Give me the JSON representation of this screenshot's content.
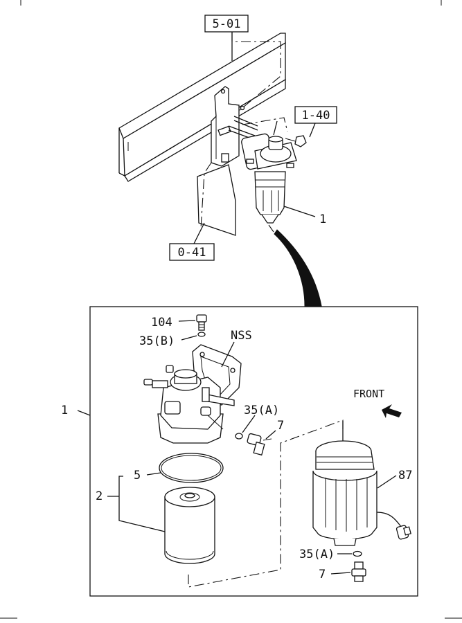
{
  "diagram": {
    "refs": {
      "frame": "5-01",
      "nut": "1-40",
      "bracket": "0-41"
    },
    "callouts": {
      "filter_assembly_top": "1",
      "filter_assembly_detail": "1",
      "bolt": "104",
      "washer_b": "35(B)",
      "nss": "NSS",
      "washer_a_upper": "35(A)",
      "sensor_upper": "7",
      "o_ring": "5",
      "element_kit": "2",
      "bowl": "87",
      "washer_a_lower": "35(A)",
      "sensor_lower": "7"
    },
    "direction": {
      "front_label": "FRONT"
    }
  }
}
